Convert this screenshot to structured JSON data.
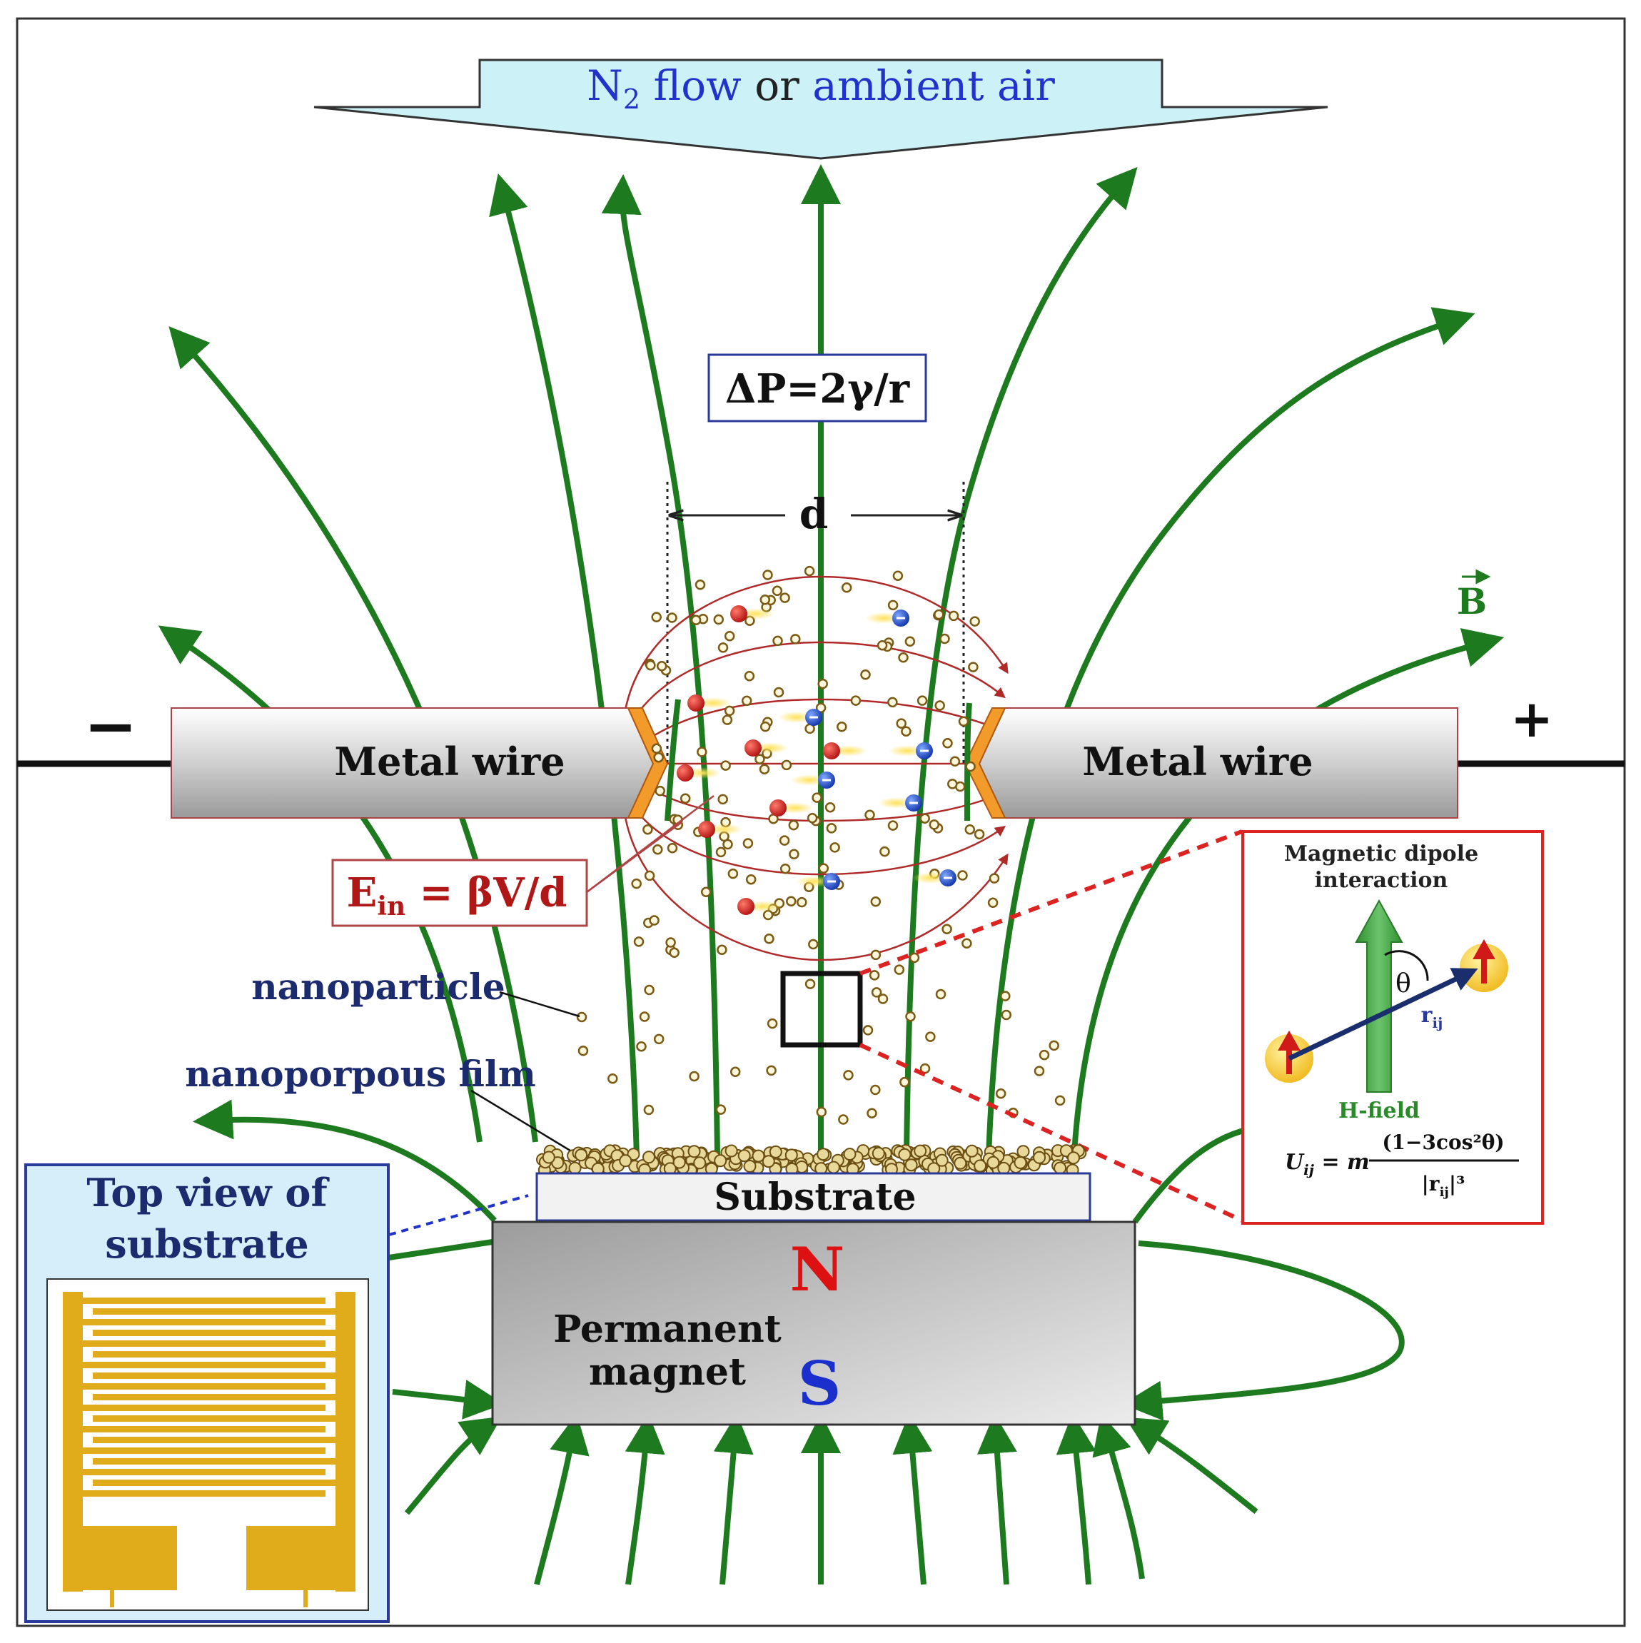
{
  "flow_banner": {
    "part1": "N",
    "sub": "2",
    "part2": " flow",
    "part3": " or ",
    "part4": "ambient air"
  },
  "pressure_label": "ΔP=2γ/r",
  "gap_label": "d",
  "b_field_label": "B",
  "electrode_left": {
    "label": "Metal wire",
    "polarity": "−"
  },
  "electrode_right": {
    "label": "Metal wire",
    "polarity": "+"
  },
  "field_equation": {
    "lhs": "E",
    "sub": "in",
    "rhs": " = βV/d"
  },
  "labels": {
    "nanoparticle": "nanoparticle",
    "nanoporous_film": "nanoporpous film",
    "substrate": "Substrate"
  },
  "magnet": {
    "label_line1": "Permanent",
    "label_line2": "magnet",
    "north": "N",
    "south": "S"
  },
  "top_view": {
    "title_line1": "Top view of",
    "title_line2": "substrate"
  },
  "dipole_inset": {
    "title_line1": "Magnetic dipole",
    "title_line2": "interaction",
    "angle": "θ",
    "r_vec": "r",
    "r_sub": "ij",
    "h_field": "H-field",
    "eq_lhs": "U",
    "eq_lhs_sub": "ij",
    "eq_mid": " = m",
    "eq_num": "(1−3cos²θ)",
    "eq_den": "|r",
    "eq_den_sub": "ij",
    "eq_den_end": "|³"
  },
  "colors": {
    "field_line": "#1e7a1e",
    "arrow_banner_fill": "#ccf2f7",
    "text_blue": "#2233cc",
    "text_red": "#dd1111",
    "text_navy": "#1c2a6e",
    "eq_red": "#b01818",
    "box_red": "#dd2222",
    "electrode_tip": "#f39b2a",
    "gold": "#e0ac1c",
    "panel_fill": "#d6eefa"
  }
}
